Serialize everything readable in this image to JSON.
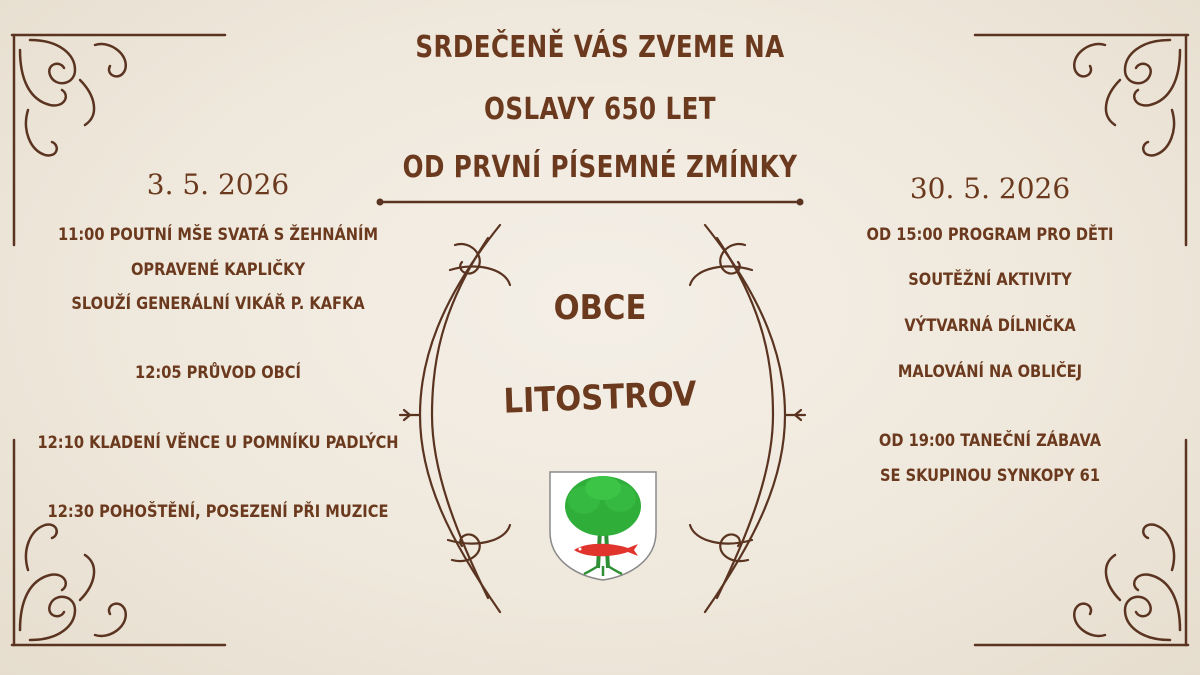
{
  "header": {
    "line1": "SRDEČENĚ VÁS ZVEME NA",
    "line2": "OSLAVY 650 LET",
    "line3": "OD PRVNÍ PÍSEMNÉ ZMÍNKY"
  },
  "left": {
    "date": "3. 5. 2026",
    "items": [
      "11:00 POUTNÍ MŠE SVATÁ S ŽEHNÁNÍM",
      "OPRAVENÉ KAPLIČKY",
      "SLOUŽÍ GENERÁLNÍ VIKÁŘ P. KAFKA",
      "12:05 PRŮVOD OBCÍ",
      "12:10 KLADENÍ VĚNCE U POMNÍKU PADLÝCH",
      "12:30 POHOŠTĚNÍ, POSEZENÍ PŘI MUZICE"
    ]
  },
  "center": {
    "line1": "OBCE",
    "line2": "LITOSTROV",
    "emblem": "litostrov-coat-of-arms"
  },
  "right": {
    "date": "30. 5. 2026",
    "items": [
      "OD 15:00 PROGRAM PRO DĚTI",
      "SOUTĚŽNÍ AKTIVITY",
      "VÝTVARNÁ DÍLNIČKA",
      "MALOVÁNÍ NA OBLIČEJ",
      "OD 19:00 TANEČNÍ ZÁBAVA",
      "SE SKUPINOU SYNKOPY 61"
    ]
  },
  "colors": {
    "text": "#6b3a1e",
    "ornament": "#5a3420",
    "background": "#efe8dc",
    "tree_green": "#2fae3a",
    "fish_red": "#e0342c"
  }
}
